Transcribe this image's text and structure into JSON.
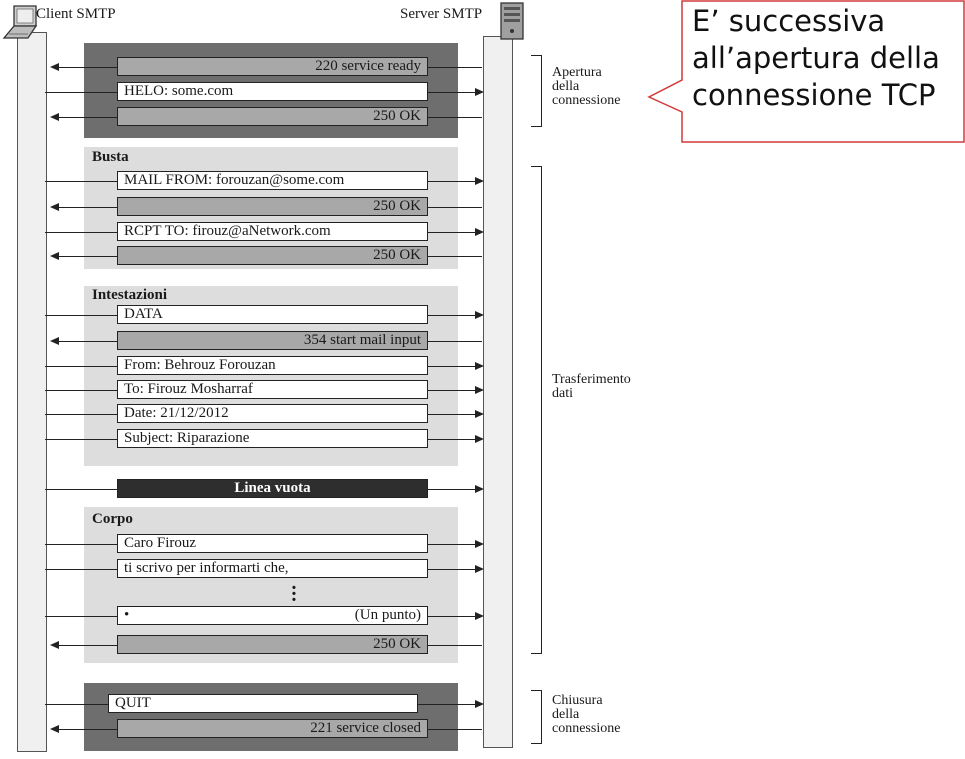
{
  "header": {
    "client_label": "Client SMTP",
    "server_label": "Server SMTP"
  },
  "phases": {
    "opening": "Apertura\ndella\nconnessione",
    "transfer": "Trasferimento\ndati",
    "closing": "Chiusura\ndella\nconnessione"
  },
  "sections": {
    "envelope": "Busta",
    "headers": "Intestazioni",
    "body": "Corpo"
  },
  "messages": {
    "service_ready": "220 service ready",
    "helo": "HELO: some.com",
    "ok1": "250 OK",
    "mail_from": "MAIL FROM: forouzan@some.com",
    "ok2": "250 OK",
    "rcpt_to": "RCPT TO: firouz@aNetwork.com",
    "ok3": "250 OK",
    "data": "DATA",
    "start_mail": "354 start mail input",
    "from": "From: Behrouz Forouzan",
    "to": "To: Firouz Mosharraf",
    "date": "Date: 21/12/2012",
    "subject": "Subject: Riparazione",
    "blank_line": "Linea vuota",
    "body1": "Caro Firouz",
    "body2": "ti scrivo per informarti che,",
    "dot": "•",
    "dot_note": "(Un punto)",
    "ok4": "250 OK",
    "quit": "QUIT",
    "service_closed": "221 service closed"
  },
  "callout": {
    "text": "E’ successiva\nall’apertura della\nconnessione TCP"
  }
}
